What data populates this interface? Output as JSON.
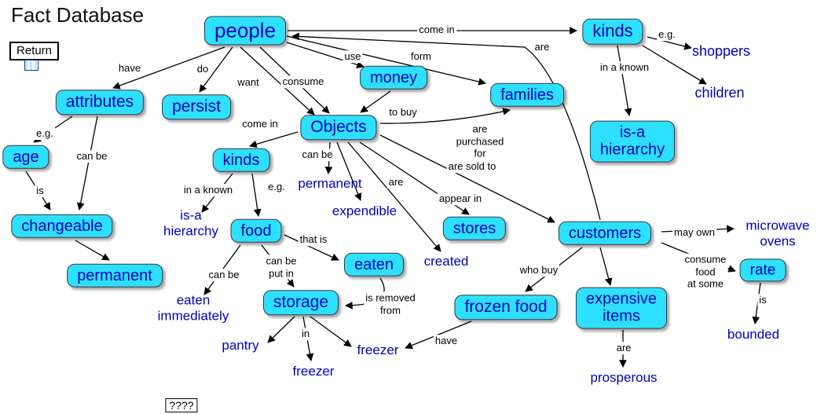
{
  "title": "Fact Database",
  "return_button": {
    "label": "Return"
  },
  "placeholder_node": {
    "label": "????"
  },
  "icons": {
    "resource_icon": "cmap-resource-icon"
  },
  "colors": {
    "node_fill": "#2EE0FF",
    "node_text": "#0000BE",
    "concept_text": "#0000BE",
    "edge_label_text": "#000000",
    "line": "#000000"
  },
  "nodes": [
    {
      "label": "people"
    },
    {
      "label": "kinds"
    },
    {
      "label": "attributes"
    },
    {
      "label": "persist"
    },
    {
      "label": "money"
    },
    {
      "label": "families"
    },
    {
      "label": "Objects"
    },
    {
      "label": "age"
    },
    {
      "label": "kinds"
    },
    {
      "label": "is-a\nhierarchy"
    },
    {
      "label": "changeable"
    },
    {
      "label": "food"
    },
    {
      "label": "stores"
    },
    {
      "label": "customers"
    },
    {
      "label": "permanent"
    },
    {
      "label": "eaten"
    },
    {
      "label": "storage"
    },
    {
      "label": "frozen food"
    },
    {
      "label": "expensive\nitems"
    },
    {
      "label": "rate"
    }
  ],
  "text_labels": [
    {
      "text": "shoppers"
    },
    {
      "text": "children"
    },
    {
      "text": "permanent"
    },
    {
      "text": "expendible"
    },
    {
      "text": "is-a\nhierarchy"
    },
    {
      "text": "eaten\nimmediately"
    },
    {
      "text": "created"
    },
    {
      "text": "microwave\novens"
    },
    {
      "text": "pantry"
    },
    {
      "text": "freezer"
    },
    {
      "text": "freezer"
    },
    {
      "text": "prosperous"
    },
    {
      "text": "bounded"
    }
  ],
  "edge_labels": [
    {
      "text": "have"
    },
    {
      "text": "do"
    },
    {
      "text": "want"
    },
    {
      "text": "consume"
    },
    {
      "text": "use"
    },
    {
      "text": "form"
    },
    {
      "text": "come in"
    },
    {
      "text": "are"
    },
    {
      "text": "e.g."
    },
    {
      "text": "in a known"
    },
    {
      "text": "e.g."
    },
    {
      "text": "can be"
    },
    {
      "text": "is"
    },
    {
      "text": "come in"
    },
    {
      "text": "to buy"
    },
    {
      "text": "are\npurchased\nfor"
    },
    {
      "text": "are sold to"
    },
    {
      "text": "can be"
    },
    {
      "text": "e.g."
    },
    {
      "text": "in a known"
    },
    {
      "text": "are"
    },
    {
      "text": "appear in"
    },
    {
      "text": "that is"
    },
    {
      "text": "can be\nput in"
    },
    {
      "text": "can be"
    },
    {
      "text": "is removed\nfrom"
    },
    {
      "text": "who buy"
    },
    {
      "text": "may own"
    },
    {
      "text": "consume\nfood\nat some"
    },
    {
      "text": "is"
    },
    {
      "text": "are"
    },
    {
      "text": "have"
    },
    {
      "text": "in"
    }
  ]
}
